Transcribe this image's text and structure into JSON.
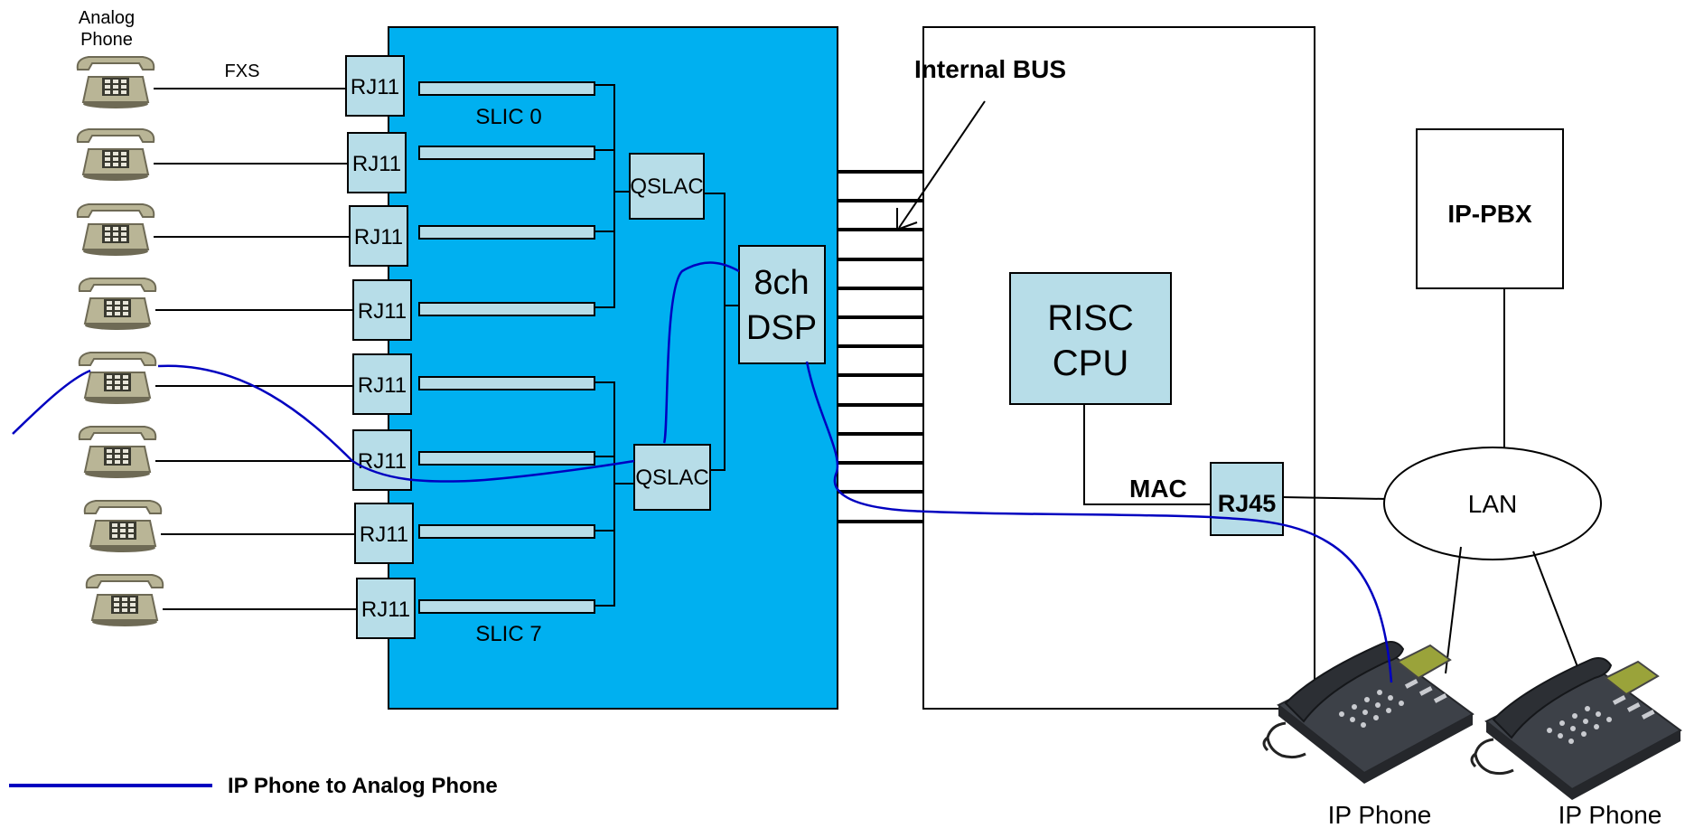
{
  "labels": {
    "analog_phone_line1": "Analog",
    "analog_phone_line2": "Phone",
    "fxs": "FXS",
    "slic_0": "SLIC 0",
    "slic_7": "SLIC 7",
    "qslac_top": "QSLAC",
    "qslac_bottom": "QSLAC",
    "dsp_line1": "8ch",
    "dsp_line2": "DSP",
    "internal_bus": "Internal BUS",
    "risc_line1": "RISC",
    "risc_line2": "CPU",
    "mac": "MAC",
    "rj45": "RJ45",
    "ip_pbx": "IP-PBX",
    "lan": "LAN",
    "ip_phone_1": "IP Phone",
    "ip_phone_2": "IP Phone",
    "legend": "IP Phone to Analog Phone"
  },
  "ports": [
    "RJ11",
    "RJ11",
    "RJ11",
    "RJ11",
    "RJ11",
    "RJ11",
    "RJ11",
    "RJ11"
  ],
  "colors": {
    "board_fill": "#00b0f0",
    "component_fill": "#b7dde8",
    "call_path": "#0000c0",
    "phone_body": "#b9b596"
  },
  "icons": {
    "analog_phone": "analog-phone-icon",
    "ip_phone": "ip-phone-icon"
  }
}
